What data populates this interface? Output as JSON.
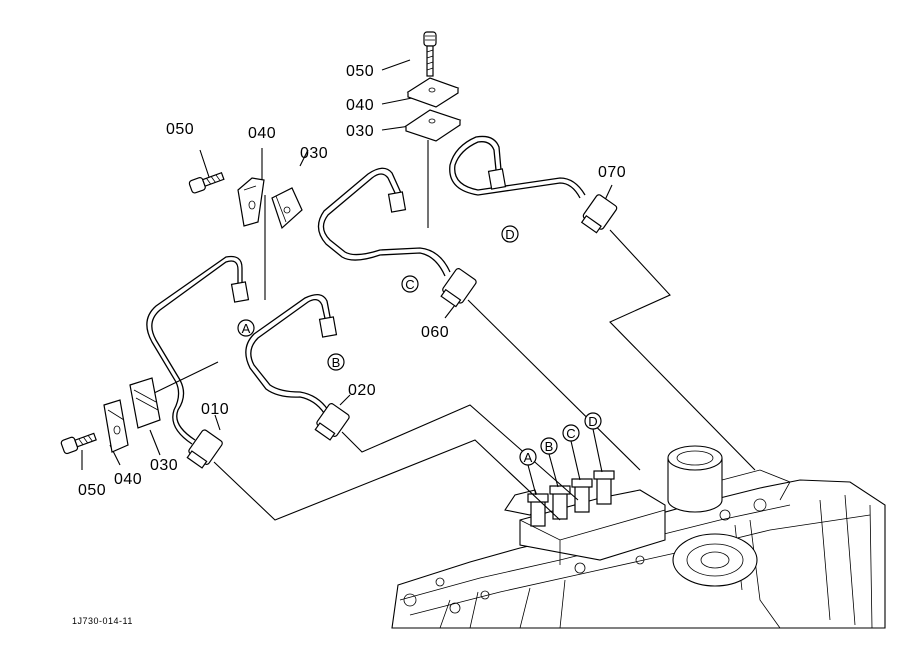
{
  "figure_code": "1J730-014-11",
  "part_labels": {
    "p010": "010",
    "p020": "020",
    "p030_left": "030",
    "p030_top": "030",
    "p030_right": "030",
    "p040_left": "040",
    "p040_top": "040",
    "p040_right": "040",
    "p050_left": "050",
    "p050_top": "050",
    "p050_right": "050",
    "p060": "060",
    "p070": "070"
  },
  "pipe_markers": {
    "a1": "A",
    "b1": "B",
    "c1": "C",
    "d1": "D",
    "a2": "A",
    "b2": "B",
    "c2": "C",
    "d2": "D"
  }
}
